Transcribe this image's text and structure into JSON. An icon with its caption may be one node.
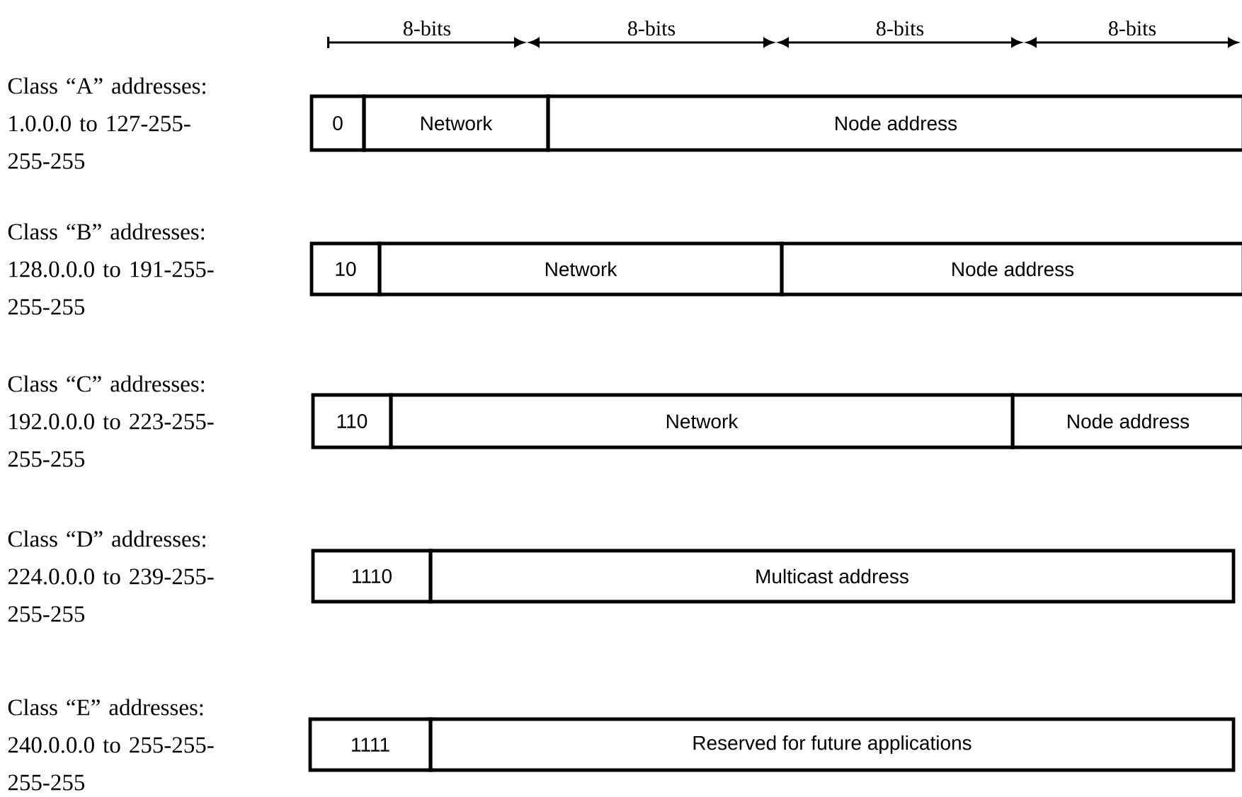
{
  "diagram": {
    "nodes": [
      {
        "text": [
          "0"
        ]
      },
      {
        "text": [
          "Network"
        ]
      },
      {
        "text": [
          "Node address"
        ]
      },
      {
        "text": [
          "10"
        ]
      },
      {
        "text": [
          "Network"
        ]
      },
      {
        "text": [
          "Node address"
        ]
      },
      {
        "text": [
          "110"
        ]
      },
      {
        "text": [
          "Network"
        ]
      },
      {
        "text": [
          "Node address"
        ]
      },
      {
        "text": [
          "1110"
        ]
      },
      {
        "text": [
          "Multicast address"
        ]
      },
      {
        "text": [
          "1111"
        ]
      },
      {
        "text": [
          "Reserved for future applications"
        ]
      }
    ],
    "labels": [
      "8-bits",
      "8-bits",
      "8-bits",
      "8-bits",
      "Class “A” addresses: 1.0.0.0 to 127-255-255-255",
      "Class “B” addresses: 128.0.0.0 to 191-255-255-255",
      "Class “C” addresses: 192.0.0.0 to 223-255-255-255",
      "Class “D” addresses: 224.0.0.0 to 239-255-255-255",
      "Class “E” addresses: 240.0.0.0 to 255-255-255-255"
    ]
  }
}
